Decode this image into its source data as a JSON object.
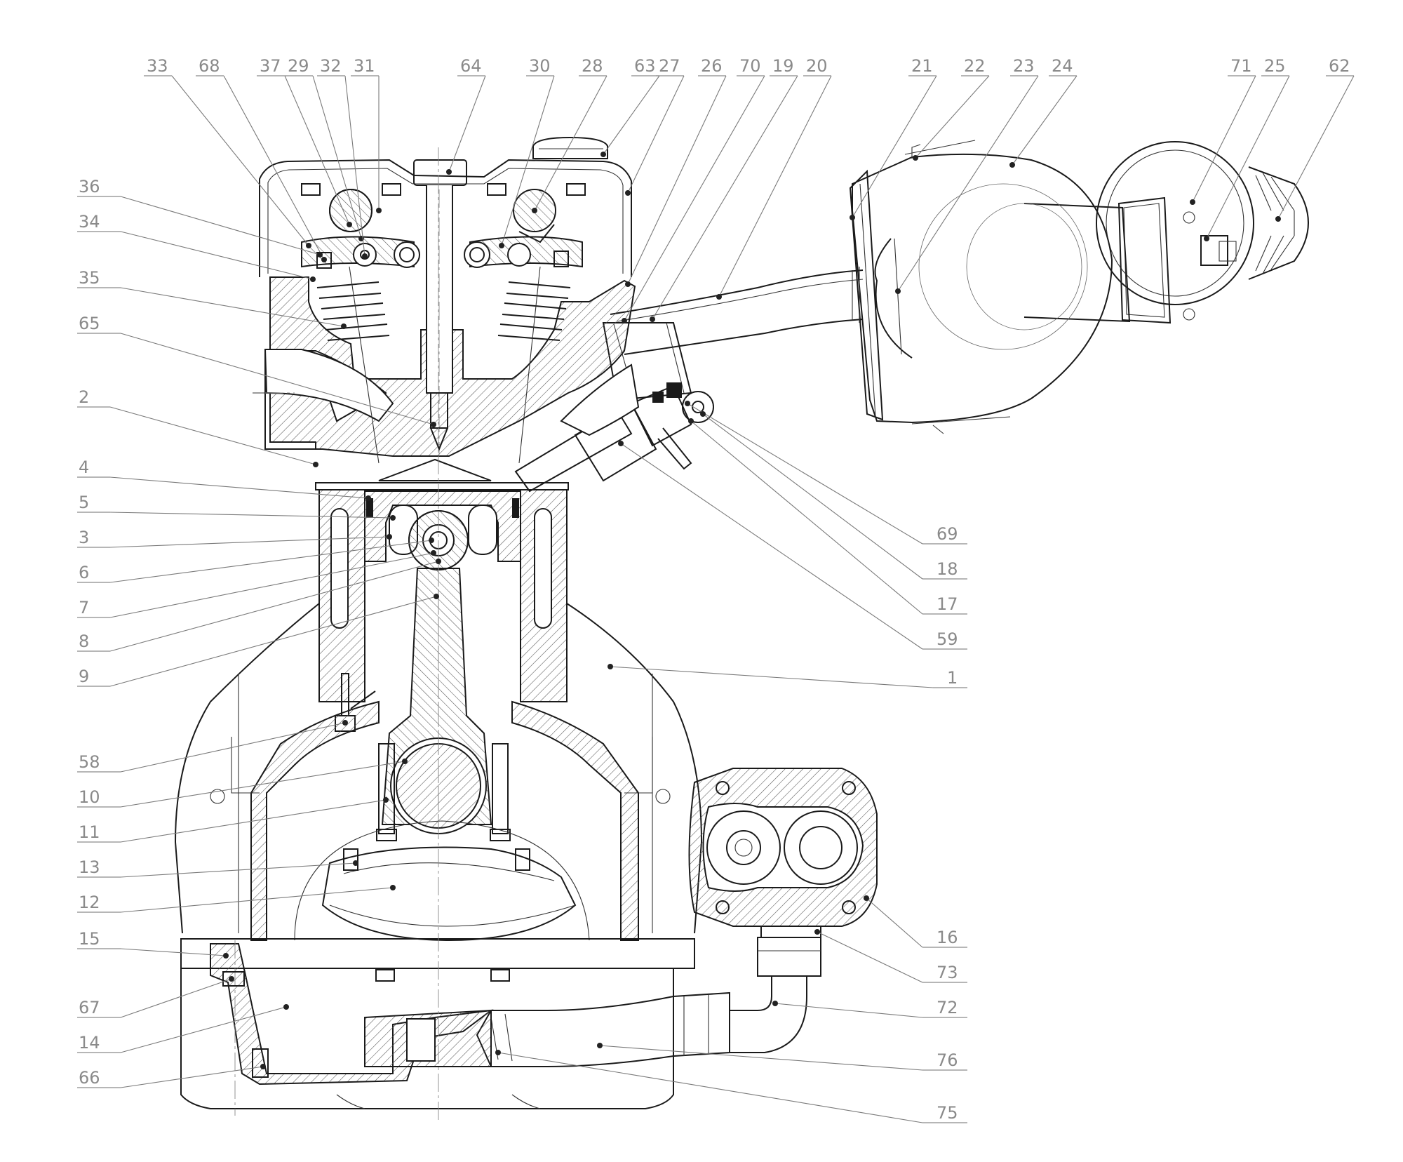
{
  "callouts": [
    {
      "id": "33",
      "side": "top"
    },
    {
      "id": "68",
      "side": "top"
    },
    {
      "id": "37",
      "side": "top"
    },
    {
      "id": "29",
      "side": "top"
    },
    {
      "id": "32",
      "side": "top"
    },
    {
      "id": "31",
      "side": "top"
    },
    {
      "id": "64",
      "side": "top"
    },
    {
      "id": "30",
      "side": "top"
    },
    {
      "id": "28",
      "side": "top"
    },
    {
      "id": "63",
      "side": "top"
    },
    {
      "id": "27",
      "side": "top"
    },
    {
      "id": "26",
      "side": "top"
    },
    {
      "id": "70",
      "side": "top"
    },
    {
      "id": "19",
      "side": "top"
    },
    {
      "id": "20",
      "side": "top"
    },
    {
      "id": "21",
      "side": "top"
    },
    {
      "id": "22",
      "side": "top"
    },
    {
      "id": "23",
      "side": "top"
    },
    {
      "id": "24",
      "side": "top"
    },
    {
      "id": "71",
      "side": "top"
    },
    {
      "id": "25",
      "side": "top"
    },
    {
      "id": "62",
      "side": "top"
    },
    {
      "id": "36",
      "side": "left"
    },
    {
      "id": "34",
      "side": "left"
    },
    {
      "id": "35",
      "side": "left"
    },
    {
      "id": "65",
      "side": "left"
    },
    {
      "id": "2",
      "side": "left"
    },
    {
      "id": "4",
      "side": "left"
    },
    {
      "id": "5",
      "side": "left"
    },
    {
      "id": "3",
      "side": "left"
    },
    {
      "id": "6",
      "side": "left"
    },
    {
      "id": "7",
      "side": "left"
    },
    {
      "id": "8",
      "side": "left"
    },
    {
      "id": "9",
      "side": "left"
    },
    {
      "id": "58",
      "side": "left"
    },
    {
      "id": "10",
      "side": "left"
    },
    {
      "id": "11",
      "side": "left"
    },
    {
      "id": "13",
      "side": "left"
    },
    {
      "id": "12",
      "side": "left"
    },
    {
      "id": "15",
      "side": "left"
    },
    {
      "id": "67",
      "side": "left"
    },
    {
      "id": "14",
      "side": "left"
    },
    {
      "id": "66",
      "side": "left"
    },
    {
      "id": "69",
      "side": "right"
    },
    {
      "id": "18",
      "side": "right"
    },
    {
      "id": "17",
      "side": "right"
    },
    {
      "id": "59",
      "side": "right"
    },
    {
      "id": "1",
      "side": "right"
    },
    {
      "id": "16",
      "side": "right"
    },
    {
      "id": "73",
      "side": "right"
    },
    {
      "id": "72",
      "side": "right"
    },
    {
      "id": "76",
      "side": "right"
    },
    {
      "id": "75",
      "side": "right"
    }
  ]
}
